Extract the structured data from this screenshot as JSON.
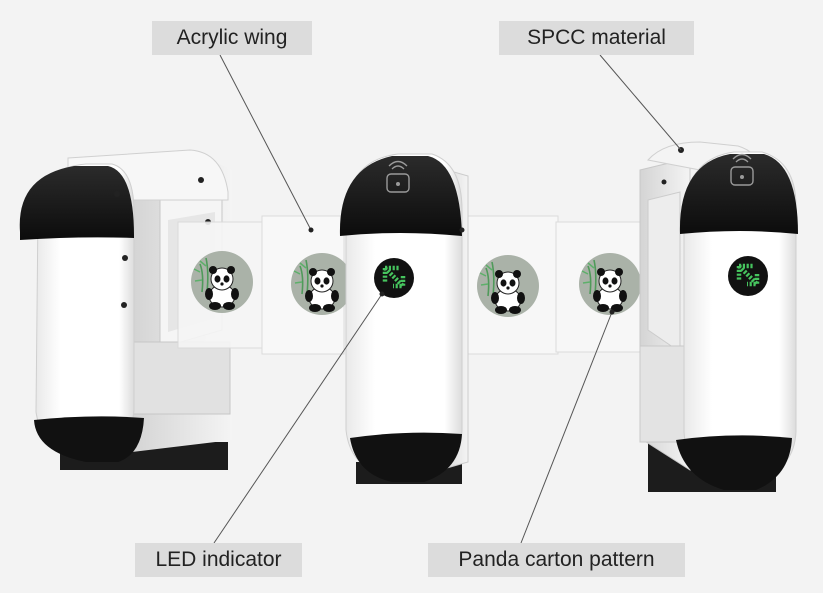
{
  "callouts": {
    "acrylic_wing": "Acrylic wing",
    "spcc_material": "SPCC material",
    "led_indicator": "LED indicator",
    "panda_pattern": "Panda carton pattern"
  },
  "colors": {
    "background": "#f3f3f3",
    "callout_bg": "#dcdcdc",
    "cabinet_white": "#ffffff",
    "cabinet_black": "#161616",
    "led_green": "#3fbf5a",
    "panda_disc": "#a9b3a7"
  },
  "icons": [
    "rfid-reader-icon",
    "led-arrow-icon",
    "panda-icon"
  ]
}
